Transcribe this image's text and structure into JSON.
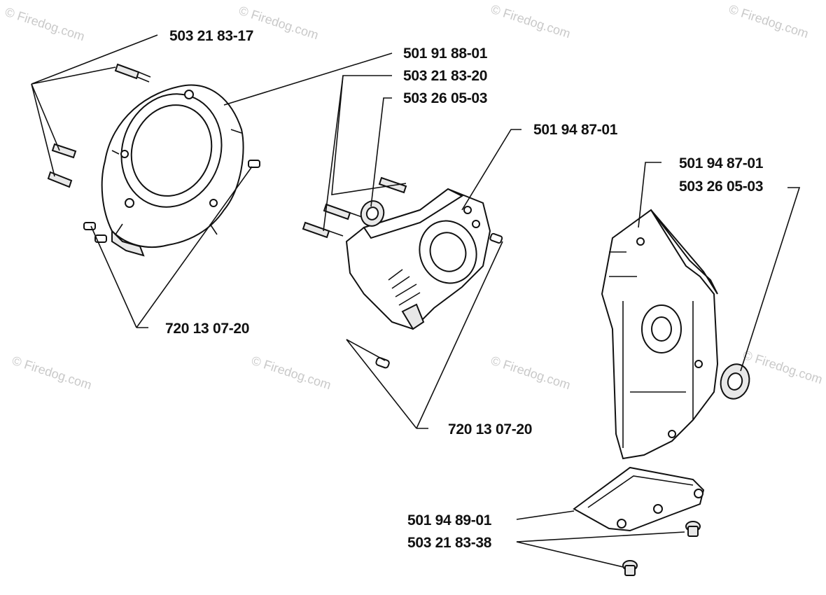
{
  "watermarks": [
    "© Firedog.com",
    "© Firedog.com",
    "© Firedog.com",
    "© Firedog.com",
    "© Firedog.com",
    "© Firedog.com",
    "© Firedog.com",
    "© Firedog.com"
  ],
  "labels": {
    "screw_top_left": "503 21 83-17",
    "cylinder_housing": "501 91 88-01",
    "screw_center": "503 21 83-20",
    "seal_center": "503 26 05-03",
    "crankcase_half": "501 94 87-01",
    "pin_left": "720 13 07-20",
    "pin_center": "720 13 07-20",
    "crankcase_right": "501 94 87-01",
    "seal_right": "503 26 05-03",
    "bracket": "501 94 89-01",
    "screw_bottom": "503 21 83-38"
  }
}
